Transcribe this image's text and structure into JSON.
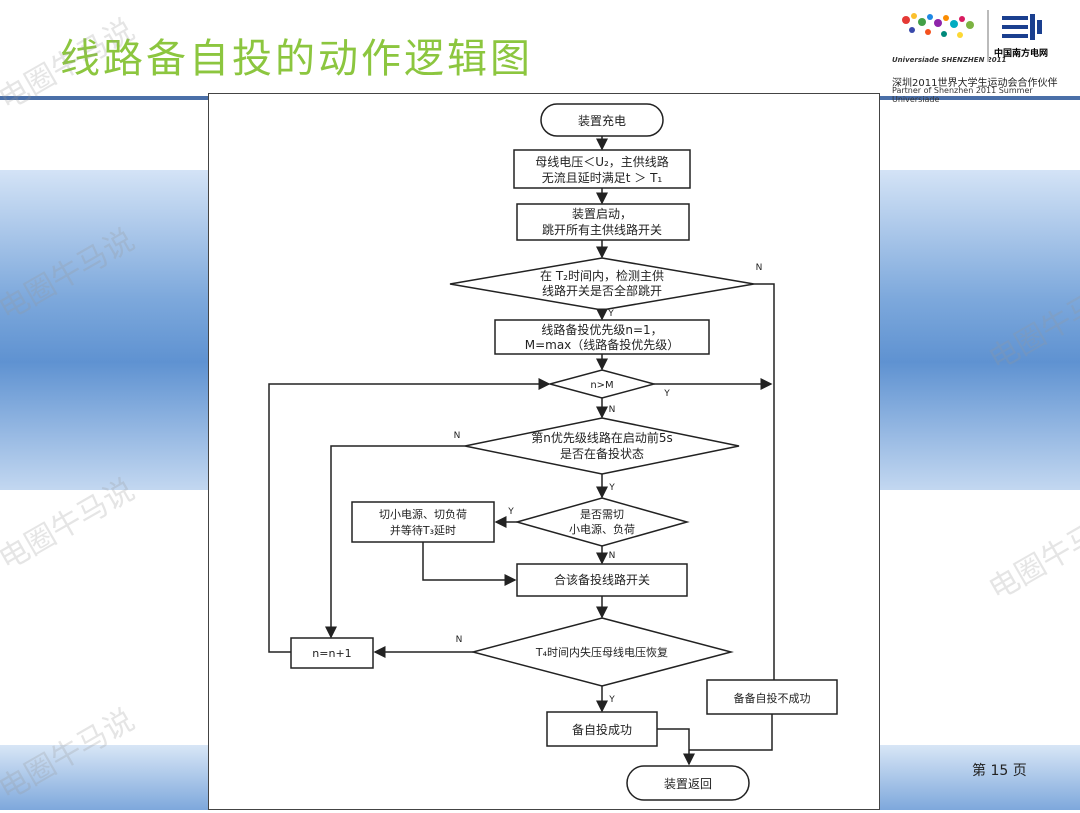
{
  "slide": {
    "title": "线路备自投的动作逻辑图",
    "page_number": "第 15 页"
  },
  "logo": {
    "universiade_text": "Universiade SHENZHEN 2011",
    "grid_name": "中国南方电网",
    "partner_cn": "深圳2011世界大学生运动会合作伙伴",
    "partner_en": "Partner of Shenzhen 2011 Summer Universiade"
  },
  "watermark": {
    "text": "电圈牛马说"
  },
  "flowchart": {
    "nodes": {
      "start": "装置充电",
      "cond1_line1": "母线电压＜U₂，主供线路",
      "cond1_line2": "无流且延时满足t ＞ T₁",
      "start_action_line1": "装置启动，",
      "start_action_line2": "跳开所有主供线路开关",
      "check_line1": "在 T₂时间内，检测主供",
      "check_line2": "线路开关是否全部跳开",
      "priority_line1": "线路备投优先级n=1，",
      "priority_line2": "M=max（线路备投优先级）",
      "n_gt_m": "n>M",
      "standby_line1": "第n优先级线路在启动前5s",
      "standby_line2": "是否在备投状态",
      "shed_q_line1": "是否需切",
      "shed_q_line2": "小电源、负荷",
      "shed_action_line1": "切小电源、切负荷",
      "shed_action_line2": "并等待T₃延时",
      "close_switch": "合该备投线路开关",
      "voltage_check": "T₄时间内失压母线电压恢复",
      "increment": "n=n+1",
      "fail": "备备自投不成功",
      "success": "备自投成功",
      "end": "装置返回"
    },
    "labels": {
      "yes": "Y",
      "no": "N"
    }
  }
}
